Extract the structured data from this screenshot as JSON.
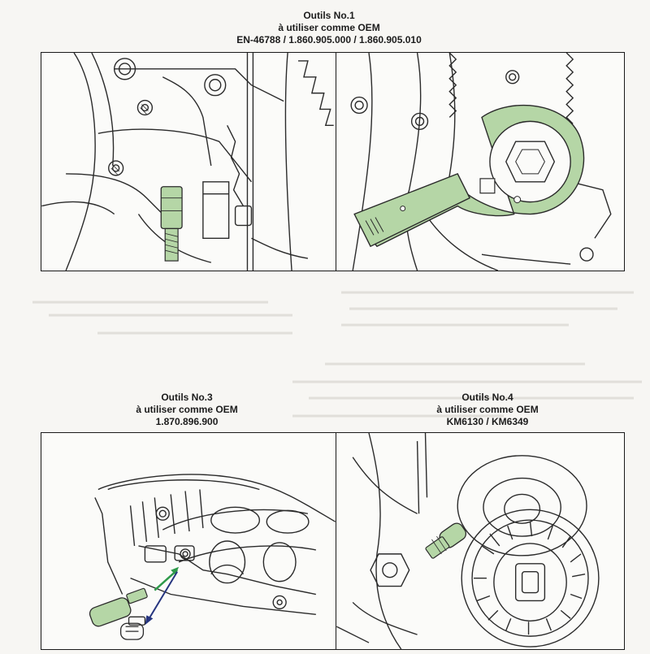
{
  "tool1": {
    "title": "Outils No.1",
    "usage": "à utiliser comme OEM",
    "refs": "EN-46788 / 1.860.905.000 / 1.860.905.010"
  },
  "tool3": {
    "title": "Outils No.3",
    "usage": "à utiliser comme OEM",
    "refs": "1.870.896.900"
  },
  "tool4": {
    "title": "Outils No.4",
    "usage": "à utiliser comme OEM",
    "refs": "KM6130 / KM6349"
  },
  "colors": {
    "tool_green": "#b5d6a6",
    "arrow_green": "#2e9a4a",
    "arrow_blue": "#26357f",
    "line": "#2a2a2a"
  }
}
